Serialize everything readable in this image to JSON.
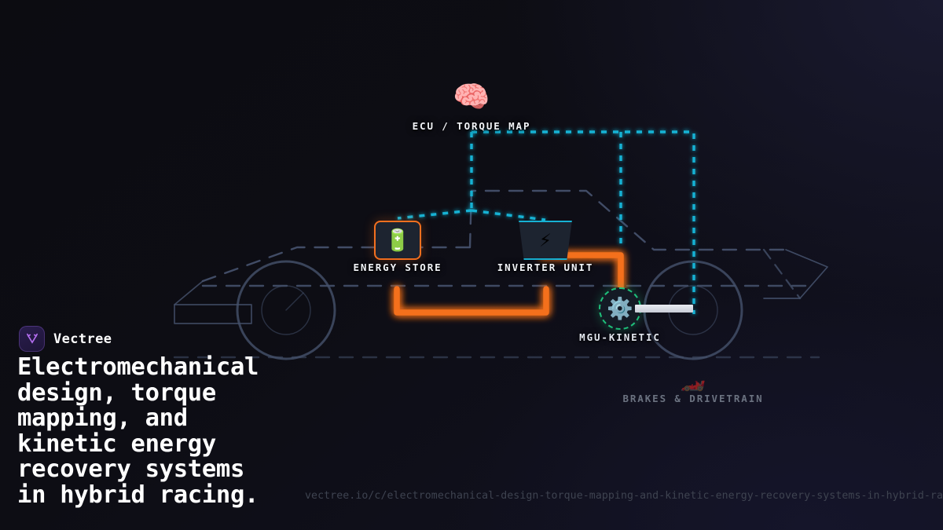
{
  "brand": {
    "name": "Vectree",
    "mark_icon": "vectree-v-logo-icon"
  },
  "headline": "Electromechanical\ndesign, torque\nmapping, and\nkinetic energy\nrecovery systems\nin hybrid racing.",
  "permalink": "vectree.io/c/electromechanical-design-torque-mapping-and-kinetic-energy-recovery-systems-in-hybrid-racing",
  "diagram": {
    "title": "hybrid-power-unit-schematic",
    "vehicle": "formula-car-wireframe-side-view",
    "nodes": [
      {
        "id": "ecu",
        "label": "ECU / TORQUE MAP",
        "icon": "brain-icon",
        "glyph": "🧠",
        "accent": "#17b2d4"
      },
      {
        "id": "energy-store",
        "label": "ENERGY STORE",
        "icon": "battery-icon",
        "glyph": "🔋",
        "accent": "#f4701f"
      },
      {
        "id": "inverter",
        "label": "INVERTER UNIT",
        "icon": "lightning-bolt-icon",
        "glyph": "⚡",
        "accent": "#17b2d4"
      },
      {
        "id": "mgu",
        "label": "MGU-KINETIC",
        "icon": "gear-icon",
        "glyph": "⚙️",
        "accent": "#1fbf7a"
      },
      {
        "id": "brakes",
        "label": "BRAKES & DRIVETRAIN",
        "icon": "racing-car-icon",
        "glyph": "🏎️",
        "accent": "#6b7280"
      }
    ],
    "links": [
      {
        "id": "power-bus",
        "from": "energy-store",
        "to": "inverter",
        "type": "power",
        "color": "#f4701f",
        "style": "solid-glow"
      },
      {
        "id": "inverter-to-mgu",
        "from": "inverter",
        "to": "mgu",
        "type": "power",
        "color": "#f4701f",
        "style": "solid-glow"
      },
      {
        "id": "ecu-to-energy-store",
        "from": "ecu",
        "to": "energy-store",
        "type": "control",
        "color": "#17b2d4",
        "style": "dotted"
      },
      {
        "id": "ecu-to-inverter",
        "from": "ecu",
        "to": "inverter",
        "type": "control",
        "color": "#17b2d4",
        "style": "dotted"
      },
      {
        "id": "ecu-to-mgu",
        "from": "ecu",
        "to": "mgu",
        "type": "control",
        "color": "#17b2d4",
        "style": "dashed"
      },
      {
        "id": "mgu-driveshaft",
        "from": "mgu",
        "to": "rear-wheel",
        "type": "mechanical",
        "color": "#e9ecf2",
        "style": "solid-bar"
      }
    ]
  },
  "colors": {
    "background_dark": "#0c0c11",
    "background_light": "#121222",
    "power_orange": "#f4701f",
    "control_cyan": "#17b2d4",
    "mechanical_green": "#1fbf7a",
    "wireframe_slate": "#44506a",
    "text_primary": "#ffffff",
    "text_muted": "#3e4350",
    "brand_purple": "#a06eeb"
  }
}
